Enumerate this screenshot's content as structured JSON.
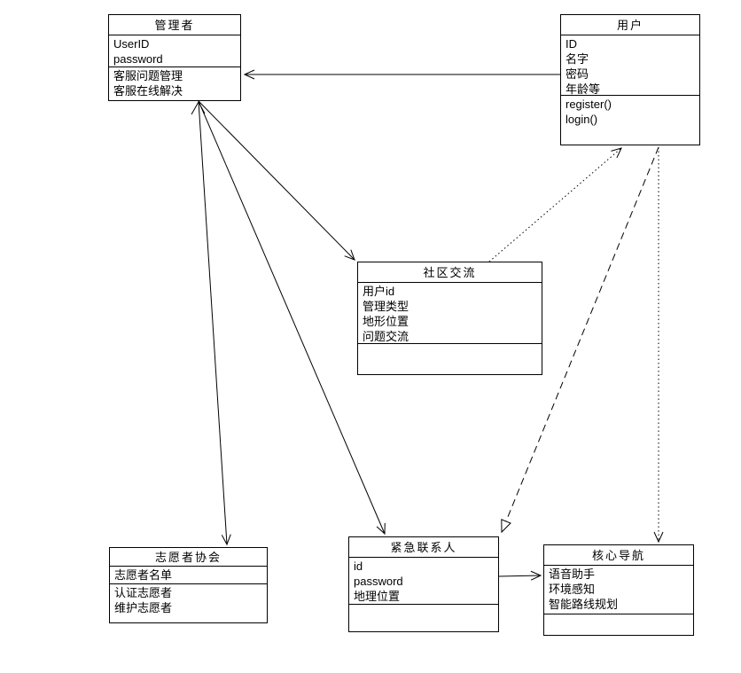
{
  "diagram": {
    "type": "uml-class-diagram",
    "classes": {
      "manager": {
        "title": "管理者",
        "attributes": [
          "UserID",
          "password"
        ],
        "methods": [
          "客服问题管理",
          "客服在线解决"
        ]
      },
      "user": {
        "title": "用户",
        "attributes": [
          "ID",
          "名字",
          "密码",
          "年龄等"
        ],
        "methods": [
          "register()",
          "login()"
        ]
      },
      "community": {
        "title": "社区交流",
        "attributes": [
          "用户id",
          "管理类型",
          "地形位置",
          "问题交流"
        ],
        "methods": []
      },
      "volunteer": {
        "title": "志愿者协会",
        "attributes": [
          "志愿者名单"
        ],
        "methods": [
          "认证志愿者",
          "维护志愿者"
        ]
      },
      "emergency": {
        "title": "紧急联系人",
        "attributes": [
          "id",
          "password",
          "地理位置"
        ],
        "methods": []
      },
      "navigation": {
        "title": "核心导航",
        "attributes": [
          "语音助手",
          "环境感知",
          "智能路线规划"
        ],
        "methods": []
      }
    },
    "relationships": [
      {
        "from": "用户",
        "to": "管理者",
        "line": "solid",
        "arrow": "open"
      },
      {
        "from": "管理者",
        "to": "社区交流",
        "line": "solid",
        "arrow": "open"
      },
      {
        "from": "管理者",
        "to": "志愿者协会",
        "line": "solid",
        "arrow": "open"
      },
      {
        "from": "管理者",
        "to": "紧急联系人",
        "line": "solid",
        "arrow": "open"
      },
      {
        "from": "社区交流",
        "to": "用户",
        "line": "dotted",
        "arrow": "open"
      },
      {
        "from": "用户",
        "to": "紧急联系人",
        "line": "dashed",
        "arrow": "hollow-triangle"
      },
      {
        "from": "用户",
        "to": "核心导航",
        "line": "dotted",
        "arrow": "open"
      },
      {
        "from": "紧急联系人",
        "to": "核心导航",
        "line": "solid",
        "arrow": "open"
      }
    ],
    "colors": {
      "line": "#000000",
      "background": "#ffffff",
      "text": "#000000"
    }
  }
}
